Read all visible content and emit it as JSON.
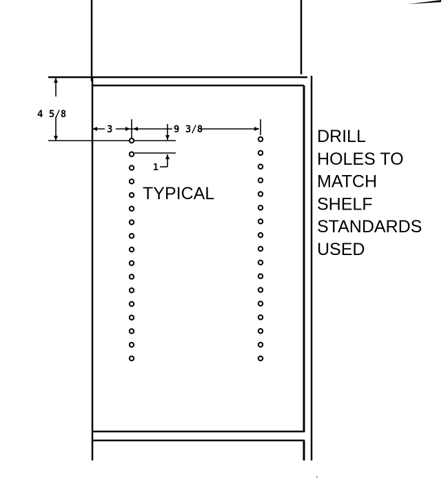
{
  "colors": {
    "line": "#000000",
    "background": "#ffffff"
  },
  "dimensions": {
    "top_offset": "4 5/8",
    "side_offset": "3",
    "column_spacing": "9 3/8",
    "hole_spacing": "1"
  },
  "labels": {
    "typical": "TYPICAL",
    "note_lines": [
      "DRILL",
      "HOLES TO",
      "MATCH",
      "SHELF",
      "STANDARDS",
      "USED"
    ]
  },
  "holes": {
    "left_column_count": 17,
    "right_column_count": 17
  }
}
